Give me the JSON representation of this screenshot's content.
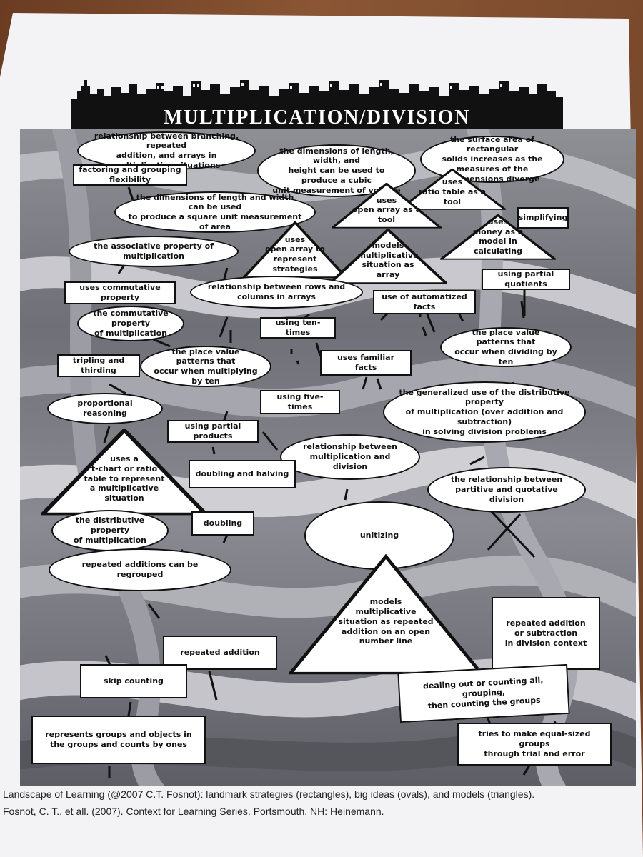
{
  "title": "MULTIPLICATION/DIVISION",
  "caption": {
    "line1": "Landscape of Learning (@2007 C.T. Fosnot): landmark strategies (rectangles), big ideas (ovals), and models (triangles).",
    "line2": "Fosnot, C. T., et all. (2007). Context for Learning Series. Portsmouth, NH: Heinemann."
  },
  "nodes": {
    "branching": "relationship between branching, repeated\naddition, and arrays in multiplicative situations",
    "volume": "the dimensions of length, width, and\nheight can be used to produce a cubic\nunit measurement of volume",
    "surface_area": "the surface area of rectangular\nsolids increases as the measures of the\n3 dimensions diverge",
    "factoring": "factoring and grouping flexibility",
    "ratio_table": "uses\nratio table as a tool",
    "area": "the dimensions of length and width can be used\nto produce a square unit measurement of area",
    "open_array_tool": "uses\nopen array as a tool",
    "simplifying": "simplifying",
    "money": "uses\nmoney as a\nmodel in calculating",
    "associative": "the associative property of multiplication",
    "open_array_strategies": "uses\nopen array to\nrepresent strategies",
    "models_array": "models\nmultiplicative\nsituation as array",
    "partial_quotients": "using partial quotients",
    "uses_commutative": "uses commutative property",
    "rows_columns": "relationship between rows and columns in arrays",
    "automatized": "use of automatized facts",
    "commutative_prop": "the commutative property\nof multiplication",
    "ten_times": "using ten-times",
    "pv_dividing": "the place value patterns that\noccur when dividing by ten",
    "tripling": "tripling and thirding",
    "pv_multiplying": "the place value patterns that\noccur when multiplying by ten",
    "familiar": "uses familiar facts",
    "five_times": "using five-times",
    "proportional": "proportional reasoning",
    "generalized_distributive": "the generalized use of the distributive property\nof multiplication (over addition and subtraction)\nin solving division problems",
    "partial_products": "using partial products",
    "tchart": "uses a\nt-chart or ratio\ntable to represent\na multiplicative situation",
    "mult_division": "relationship between\nmultiplication and division",
    "doubling_halving": "doubling and halving",
    "partitive": "the relationship between\npartitive and quotative division",
    "distributive": "the distributive property\nof multiplication",
    "doubling": "doubling",
    "unitizing": "unitizing",
    "regrouped": "repeated additions can be regrouped",
    "number_line": "models\nmultiplicative\nsituation as repeated\naddition on an open number line",
    "rep_add_sub": "repeated addition\nor subtraction\nin division context",
    "repeated_addition": "repeated addition",
    "skip_counting": "skip counting",
    "dealing_out": "dealing out or counting all, grouping,\nthen counting the groups",
    "counts_by_ones": "represents groups and objects in\nthe groups and counts by ones",
    "equal_groups": "tries to make equal-sized groups\nthrough trial and error"
  }
}
